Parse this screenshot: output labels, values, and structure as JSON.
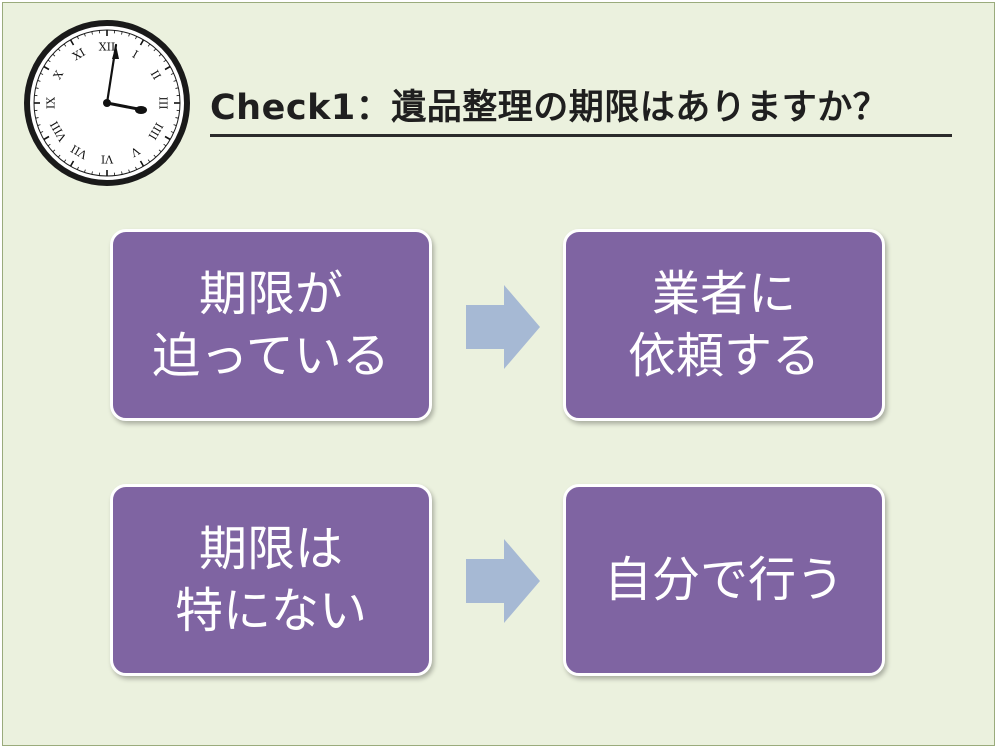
{
  "title": "Check1：遺品整理の期限はありますか？",
  "icons": {
    "clock": "clock-icon",
    "arrow": "right-arrow-icon"
  },
  "clock_numerals": [
    "XII",
    "I",
    "II",
    "III",
    "IIII",
    "V",
    "VI",
    "VII",
    "VIII",
    "IX",
    "X",
    "XI"
  ],
  "rows": [
    {
      "left": [
        "期限が",
        "迫っている"
      ],
      "right": [
        "業者に",
        "依頼する"
      ]
    },
    {
      "left": [
        "期限は",
        "特にない"
      ],
      "right": [
        "自分で行う"
      ]
    }
  ],
  "colors": {
    "background": "#ebf1de",
    "box": "#7f64a2",
    "arrow": "#a6b9d4",
    "text": "#ffffff"
  }
}
